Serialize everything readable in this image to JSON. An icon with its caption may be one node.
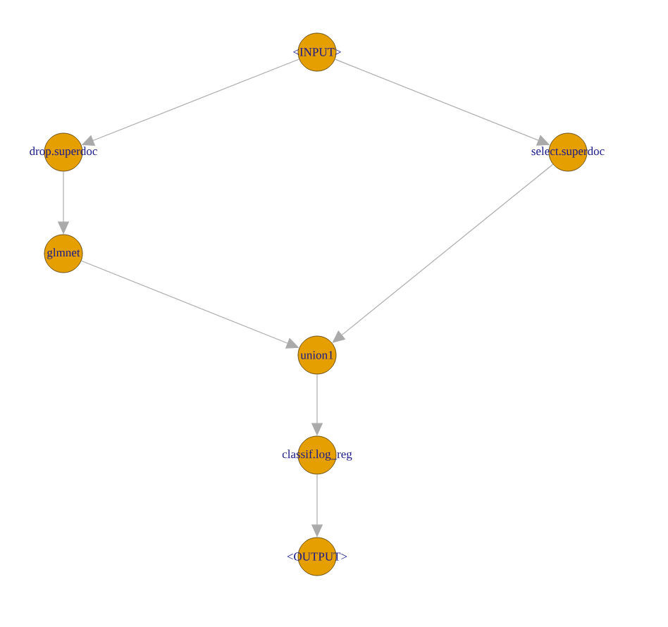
{
  "diagram": {
    "nodes": [
      {
        "text": [
          "<INPUT>"
        ]
      },
      {
        "text": [
          "drop.superdoc"
        ]
      },
      {
        "text": [
          "select.superdoc"
        ]
      },
      {
        "text": [
          "glmnet"
        ]
      },
      {
        "text": [
          "union1"
        ]
      },
      {
        "text": [
          "classif.log_reg"
        ]
      },
      {
        "text": [
          "<OUTPUT>"
        ]
      }
    ],
    "edges": [
      {
        "from": 0,
        "to": 1,
        "arrow": "to"
      },
      {
        "from": 0,
        "to": 2,
        "arrow": "to"
      },
      {
        "from": 1,
        "to": 3,
        "arrow": "to"
      },
      {
        "from": 3,
        "to": 4,
        "arrow": "to"
      },
      {
        "from": 2,
        "to": 4,
        "arrow": "to"
      },
      {
        "from": 4,
        "to": 5,
        "arrow": "to"
      },
      {
        "from": 5,
        "to": 6,
        "arrow": "to"
      }
    ]
  }
}
